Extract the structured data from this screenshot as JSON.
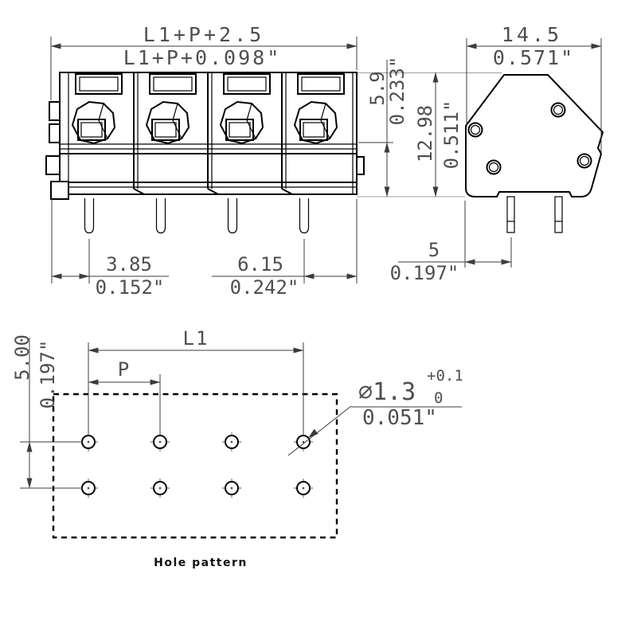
{
  "caption": "Hole pattern",
  "dimensions": {
    "front": {
      "overall_width": {
        "metric": "L1+P+2.5",
        "inch": "L1+P+0.098\""
      },
      "clamp_height": {
        "metric": "5.9",
        "inch": "0.233\""
      },
      "overall_height": {
        "metric": "12.98",
        "inch": "0.511\""
      },
      "pin_offset_left": {
        "metric": "3.85",
        "inch": "0.152\""
      },
      "pin_offset_right": {
        "metric": "6.15",
        "inch": "0.242\""
      }
    },
    "side": {
      "overall_depth": {
        "metric": "14.5",
        "inch": "0.571\""
      },
      "pin_row_offset": {
        "metric": "5",
        "inch": "0.197\""
      }
    },
    "hole_pattern": {
      "row_spacing": {
        "metric": "5.00",
        "inch": "0.197\""
      },
      "length_label": "L1",
      "pitch_label": "P",
      "hole_diameter": {
        "metric": "⌀1.3",
        "tolerance_plus": "+0.1",
        "tolerance_minus": "0",
        "inch": "0.051\""
      }
    }
  }
}
